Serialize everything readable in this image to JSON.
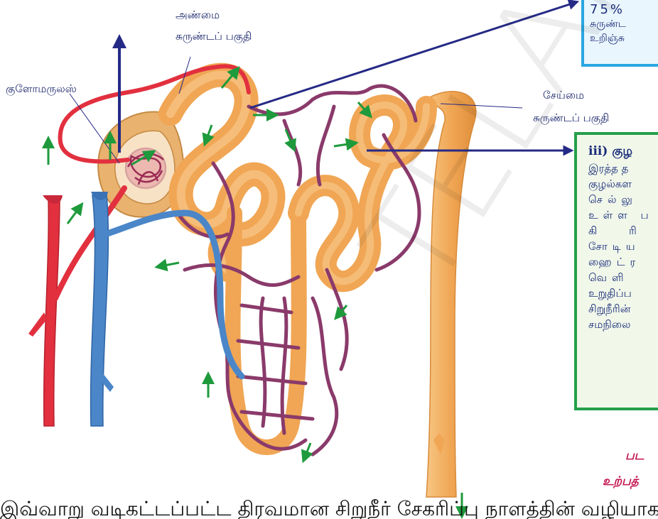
{
  "labels": {
    "proximal_tubule": [
      "அண்மை",
      "சுருண்டப் பகுதி"
    ],
    "glomerulus": "குளோமருலஸ்",
    "distal_tubule": [
      "சேய்மை",
      "சுருண்டப் பகுதி"
    ]
  },
  "top_box": {
    "percent": "75%",
    "line1": "சுருண்ட",
    "line2": "உறிஞ்சு"
  },
  "secretion_box": {
    "heading": "iii) குழ",
    "lines": [
      "இரத்த த",
      "குழல்கள",
      "செல்லு",
      "உள்ள ப",
      "கி ரி",
      "சோடிய",
      "ஹைட்ர",
      "வெளி",
      "உறுதிப்ப",
      "சிறுநீரின்",
      "சமநிலை"
    ]
  },
  "caption": [
    "பட",
    "உற்பத்"
  ],
  "bottom_text": "இவ்வாறு வடிகட்டப்பட்ட திரவமான சிறுநீர் சேகரிப்பு நாளத்தின் வழியாக வெளியேற்றப்படுகிறது",
  "colors": {
    "artery": "#e2303f",
    "vein": "#4a86c8",
    "capillary": "#8a3a6a",
    "tubule": "#f2b062",
    "arrow_green": "#1e9a3c",
    "arrow_navy": "#252a86"
  }
}
